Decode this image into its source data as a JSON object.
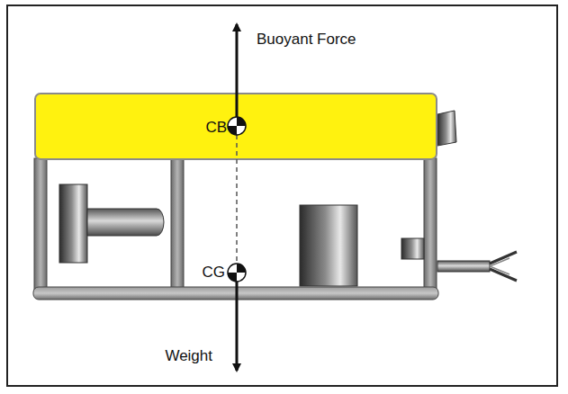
{
  "diagram": {
    "nodes": [
      {
        "text": [
          "CB"
        ]
      },
      {
        "text": [
          "CG"
        ]
      }
    ],
    "labels": [
      "Buoyant Force",
      "Weight"
    ]
  }
}
